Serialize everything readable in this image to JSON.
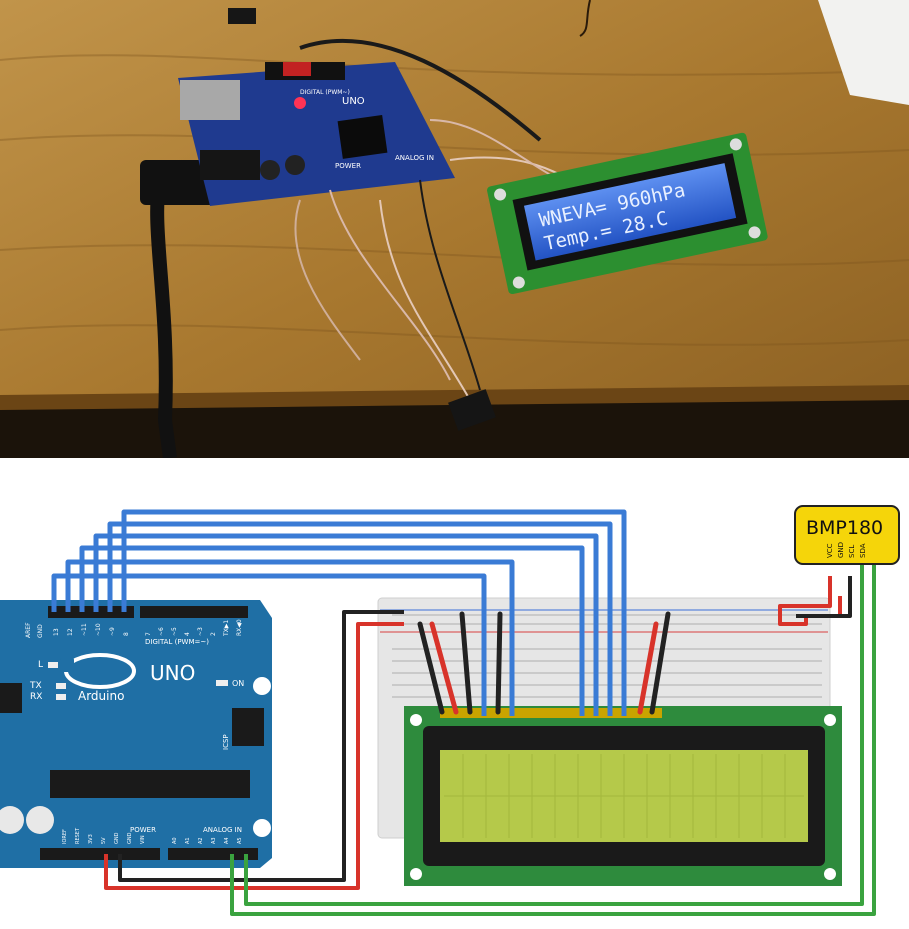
{
  "photo": {
    "lcd_line1": "WNEVA= 960hPa",
    "lcd_line2": "Temp.= 28.C",
    "board_label": "UNO",
    "board_power_label": "POWER",
    "board_analog_label": "ANALOG IN",
    "board_digital_label": "DIGITAL (PWM~)",
    "colors": {
      "table": "#b8893c",
      "lcd_screen": "#2d69e0",
      "lcd_pcb": "#2c8f30",
      "board": "#1f3a8f"
    }
  },
  "diagram": {
    "sensor_label": "BMP180",
    "sensor_pins": [
      "VCC",
      "GND",
      "SCL",
      "SDA"
    ],
    "arduino_label_uno": "UNO",
    "arduino_label_brand": "Arduino",
    "arduino_digital_label": "DIGITAL (PWM=~)",
    "arduino_power_label": "POWER",
    "arduino_analog_label": "ANALOG IN",
    "arduino_on_label": "ON",
    "arduino_tx_label": "TX",
    "arduino_rx_label": "RX",
    "arduino_l_label": "L",
    "arduino_icsp_label": "ICSP",
    "arduino_aref_label": "AREF",
    "arduino_gnd_label": "GND",
    "digital_pins": [
      "13",
      "12",
      "~11",
      "~10",
      "~9",
      "8"
    ],
    "digital_pins_right": [
      "7",
      "~6",
      "~5",
      "4",
      "~3",
      "2",
      "TX▶1",
      "RX◀0"
    ],
    "power_pins": [
      "IOREF",
      "RESET",
      "3V3",
      "5V",
      "GND",
      "GND",
      "VIN"
    ],
    "analog_pins": [
      "A0",
      "A1",
      "A2",
      "A3",
      "A4",
      "A5"
    ],
    "colors": {
      "wire_blue": "#3a7bd5",
      "wire_red": "#d8332a",
      "wire_black": "#222222",
      "wire_green": "#3aa33f",
      "arduino": "#1f6fa5",
      "lcd_screen": "#b5c94a",
      "lcd_pcb": "#2e8b3d",
      "sensor": "#f5d50a"
    }
  }
}
